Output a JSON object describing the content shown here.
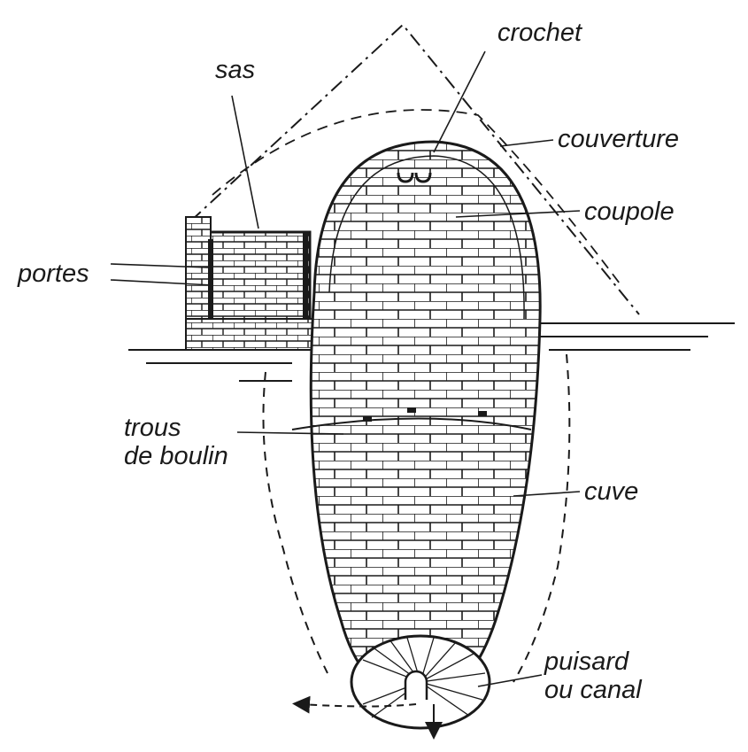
{
  "labels": {
    "crochet": "crochet",
    "sas": "sas",
    "couverture": "couverture",
    "coupole": "coupole",
    "portes": "portes",
    "trous_line1": "trous",
    "trous_line2": "de boulin",
    "cuve": "cuve",
    "puisard_line1": "puisard",
    "puisard_line2": "ou canal"
  },
  "colors": {
    "ink": "#1a1a1a",
    "background": "#ffffff"
  }
}
